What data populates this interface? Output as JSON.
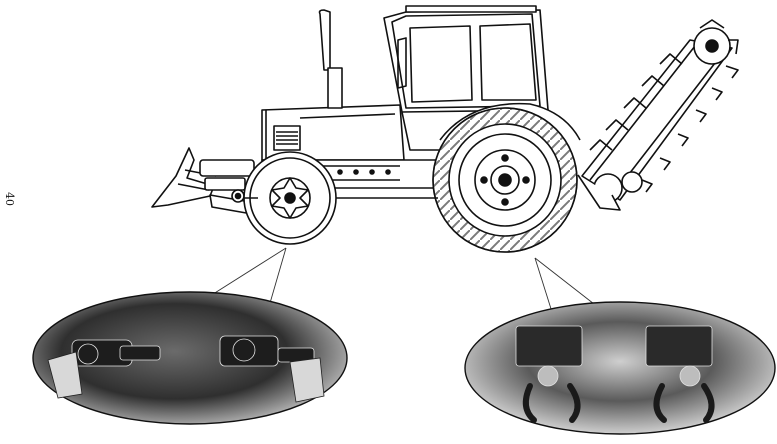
{
  "page": {
    "number": "40"
  },
  "figure": {
    "subject": "tractor-with-trencher-and-front-blade",
    "callouts": [
      "front-axle-hydraulic-detail",
      "rear-trencher-mount-detail"
    ]
  },
  "colors": {
    "ink": "#111111",
    "paper": "#ffffff",
    "photo_dark": "#2b2b2b",
    "photo_mid": "#8a8a8a",
    "photo_light": "#d9d9d9"
  }
}
